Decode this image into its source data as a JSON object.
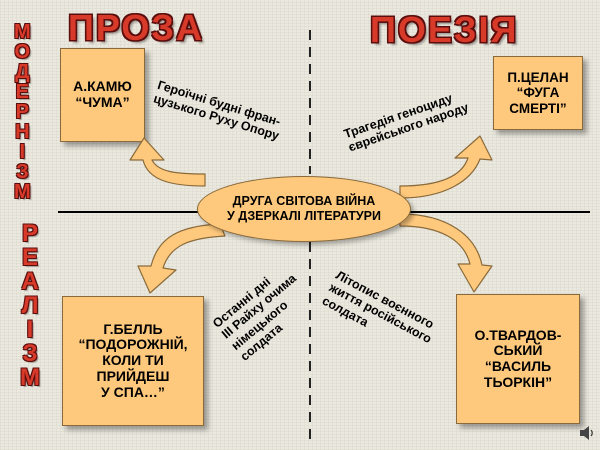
{
  "headings": {
    "prose": "ПРОЗА",
    "poetry": "ПОЕЗІЯ"
  },
  "side_labels": {
    "modernism": "МОДЕРНІЗМ",
    "realism": "РЕАЛІЗМ"
  },
  "center": "ДРУГА СВІТОВА ВІЙНА\nУ ДЗЕРКАЛІ ЛІТЕРАТУРИ",
  "boxes": {
    "camus": "А.КАМЮ\n“ЧУМА”",
    "celan": "П.ЦЕЛАН\n“ФУГА\nСМЕРТІ”",
    "boll": "Г.БЕЛЛЬ\n“ПОДОРОЖНІЙ,\nКОЛИ ТИ\nПРИЙДЕШ\nУ СПА…”",
    "tvardovsky": "О.ТВАРДОВ-\nСЬКИЙ\n“ВАСИЛЬ\nТЬОРКІН”"
  },
  "captions": {
    "camus": "Героїчні будні фран-\nцузького Руху Опору",
    "celan": "Трагедія геноциду\nєврейського народу",
    "boll": "Останні дні\nІІІ Райху очима\nнімецького\nсолдата",
    "tvardovsky": "Літопис воєнного\nжиття російського\nсолдата"
  },
  "colors": {
    "heading_fill": "#d83a2a",
    "box_fill": "#ffc97d",
    "background": "#ebe9df"
  },
  "icons": {
    "sound": "speaker-icon"
  }
}
